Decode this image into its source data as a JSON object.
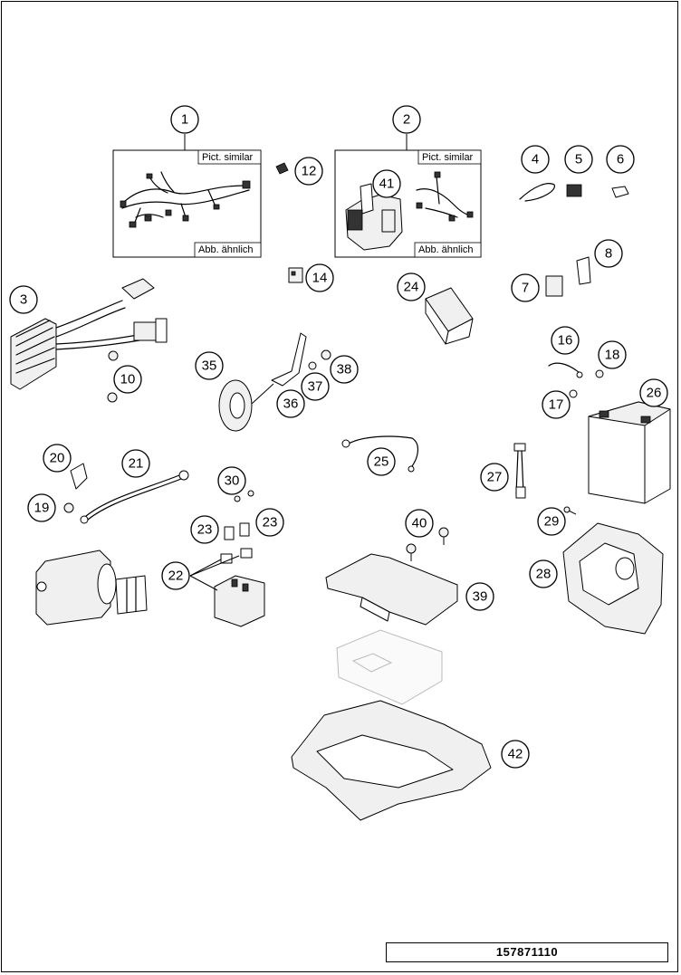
{
  "diagram": {
    "drawing_number": "157871110",
    "notes": {
      "pict_similar": "Pict. similar",
      "abb_aehnlich": "Abb. ähnlich"
    },
    "callouts": [
      "1",
      "2",
      "3",
      "4",
      "5",
      "6",
      "7",
      "8",
      "10",
      "12",
      "14",
      "16",
      "17",
      "18",
      "19",
      "20",
      "21",
      "22",
      "23",
      "23",
      "24",
      "25",
      "26",
      "27",
      "28",
      "29",
      "30",
      "35",
      "36",
      "37",
      "38",
      "39",
      "40",
      "41",
      "42"
    ]
  }
}
